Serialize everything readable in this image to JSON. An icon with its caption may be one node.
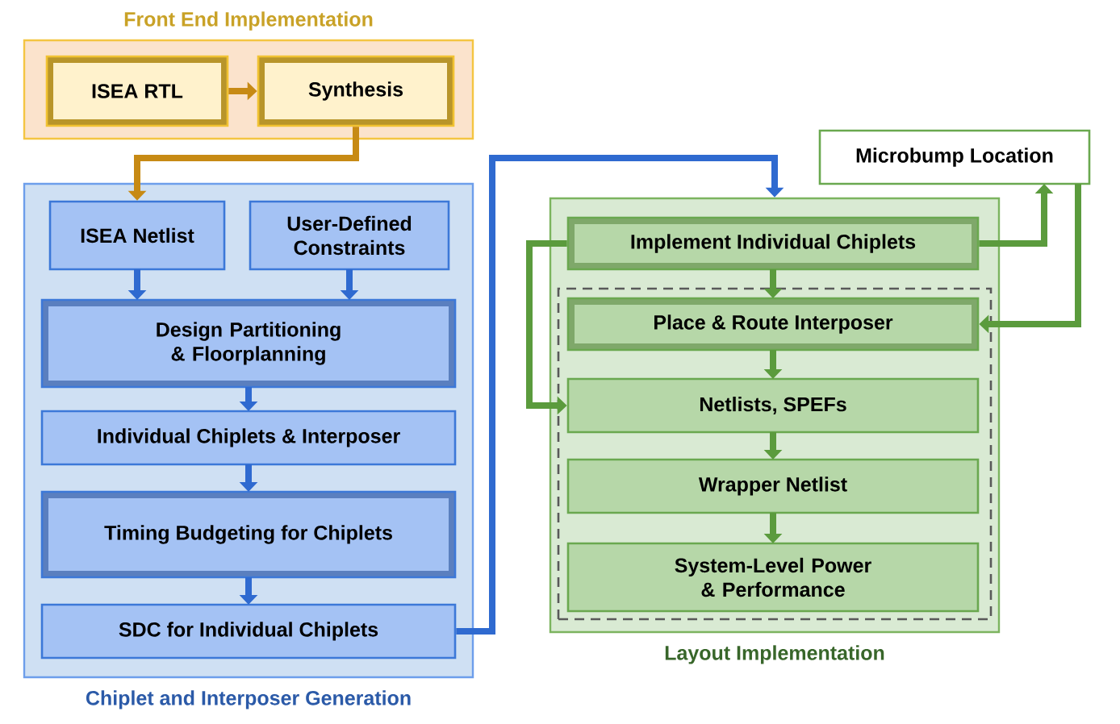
{
  "diagram": {
    "nodes": [
      {
        "text": [
          "Front End Implementation"
        ]
      },
      {
        "text": [
          "ISEA RTL"
        ],
        "in": 0
      },
      {
        "text": [
          "Synthesis"
        ],
        "in": 0
      },
      {
        "text": [
          "Chiplet and Interposer Generation"
        ]
      },
      {
        "text": [
          "ISEA Netlist"
        ],
        "in": 3
      },
      {
        "text": [
          "User-Defined Constraints"
        ],
        "in": 3
      },
      {
        "text": [
          "Design Partitioning & Floorplanning"
        ],
        "in": 3
      },
      {
        "text": [
          "Individual Chiplets & Interposer"
        ],
        "in": 3
      },
      {
        "text": [
          "Timing Budgeting for Chiplets"
        ],
        "in": 3
      },
      {
        "text": [
          "SDC for Individual Chiplets"
        ],
        "in": 3
      },
      {
        "text": [
          "Layout Implementation"
        ]
      },
      {
        "text": [],
        "shape": "box",
        "in": 10
      },
      {
        "text": [
          "Implement Individual Chiplets"
        ],
        "in": 10
      },
      {
        "text": [
          "Place & Route Interposer"
        ],
        "in": 11
      },
      {
        "text": [
          "Netlists, SPEFs"
        ],
        "in": 11
      },
      {
        "text": [
          "Wrapper Netlist"
        ],
        "in": 11
      },
      {
        "text": [
          "System-Level Power & Performance"
        ],
        "in": 11
      },
      {
        "text": [
          "Microbump Location"
        ]
      }
    ],
    "edges": [
      {
        "from": 1,
        "to": 2,
        "arrow": "to",
        "color": "#c78a14"
      },
      {
        "from": 2,
        "to": 4,
        "arrow": "to",
        "color": "#c78a14"
      },
      {
        "from": 4,
        "to": 6,
        "arrow": "to",
        "color": "#2f6ad0"
      },
      {
        "from": 5,
        "to": 6,
        "arrow": "to",
        "color": "#2f6ad0"
      },
      {
        "from": 6,
        "to": 7,
        "arrow": "to",
        "color": "#2f6ad0"
      },
      {
        "from": 7,
        "to": 8,
        "arrow": "to",
        "color": "#2f6ad0"
      },
      {
        "from": 8,
        "to": 9,
        "arrow": "to",
        "color": "#2f6ad0"
      },
      {
        "from": 9,
        "to": 10,
        "arrow": "to",
        "color": "#2f6ad0"
      },
      {
        "from": 12,
        "to": 17,
        "arrow": "to"
      },
      {
        "from": 17,
        "to": 13,
        "arrow": "to"
      },
      {
        "from": 12,
        "to": 13,
        "arrow": "to"
      },
      {
        "from": 13,
        "to": 14,
        "arrow": "to"
      },
      {
        "from": 14,
        "to": 15,
        "arrow": "to"
      },
      {
        "from": 15,
        "to": 16,
        "arrow": "to"
      },
      {
        "from": 12,
        "to": 14,
        "arrow": "to"
      }
    ]
  }
}
